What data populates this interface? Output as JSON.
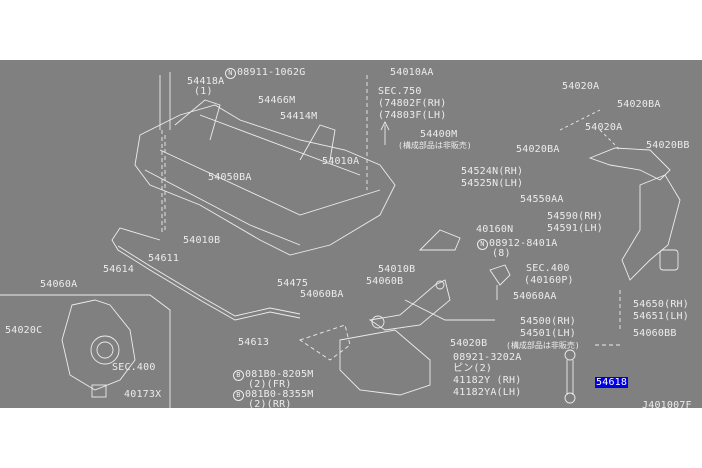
{
  "diagram_id": "J401007F",
  "highlight_color": "#0000e0",
  "labels": {
    "p08911": {
      "prefix": "N",
      "text": "08911-1062G"
    },
    "p54418A": "54418A",
    "p54418A_qty": "(1)",
    "p54010AA": "54010AA",
    "p54466M": "54466M",
    "sec750": "SEC.750",
    "sec750_rh": "(74802F(RH)",
    "sec750_lh": "(74803F(LH)",
    "p54414M": "54414M",
    "p54400M": "54400M",
    "p54400M_note": "(構成部品は非販売)",
    "p54010A": "54010A",
    "p54050BA": "54050BA",
    "p54010B_1": "54010B",
    "p54611": "54611",
    "p54614": "54614",
    "p54060A": "54060A",
    "p54475": "54475",
    "p54060BA": "54060BA",
    "p54010B_2": "54010B",
    "p54060B": "54060B",
    "p40160N": "40160N",
    "p08912": {
      "prefix": "N",
      "text": "08912-8401A"
    },
    "p08912_qty": "(8)",
    "sec400_r": "SEC.400",
    "sec400_r_sub": "(40160P)",
    "p54060AA": "54060AA",
    "p54500": "54500(RH)",
    "p54501": "54501(LH)",
    "p54500_note": "(構成部品は非販売)",
    "p54020B": "54020B",
    "p08921": "08921-3202A",
    "p08921_qty": "ピン(2)",
    "p41182Y": "41182Y (RH)",
    "p41182YA": "41182YA(LH)",
    "p54618": "54618",
    "p54650": "54650(RH)",
    "p54651": "54651(LH)",
    "p54060BB": "54060BB",
    "p54020A_1": "54020A",
    "p54020BA_1": "54020BA",
    "p54020A_2": "54020A",
    "p54020BB": "54020BB",
    "p54020BA_2": "54020BA",
    "p54524N": "54524N(RH)",
    "p54525N": "54525N(LH)",
    "p54550AA": "54550AA",
    "p54590": "54590(RH)",
    "p54591": "54591(LH)",
    "p54020C": "54020C",
    "sec400_l": "SEC.400",
    "p40173X": "40173X",
    "p54613": "54613",
    "p081B0_8205": {
      "prefix": "B",
      "text": "081B0-8205M"
    },
    "p081B0_8205_qty": "(2)(FR)",
    "p081B0_8355": {
      "prefix": "B",
      "text": "081B0-8355M"
    },
    "p081B0_8355_qty": "(2)(RR)"
  }
}
